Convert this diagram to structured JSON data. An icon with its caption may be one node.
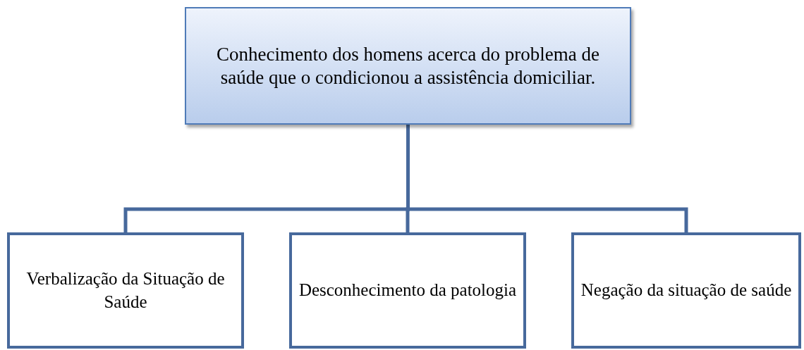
{
  "diagram": {
    "nodes": [
      {
        "text": [
          "Conhecimento dos homens acerca do problema de saúde que o condicionou a assistência domiciliar."
        ]
      },
      {
        "text": [
          "Verbalização da Situação de Saúde"
        ]
      },
      {
        "text": [
          "Desconhecimento da patologia"
        ]
      },
      {
        "text": [
          "Negação da situação de saúde"
        ]
      }
    ],
    "edges": [
      {
        "from": 0,
        "to": 1,
        "arrow": "none"
      },
      {
        "from": 0,
        "to": 2,
        "arrow": "none"
      },
      {
        "from": 0,
        "to": 3,
        "arrow": "none"
      }
    ]
  }
}
